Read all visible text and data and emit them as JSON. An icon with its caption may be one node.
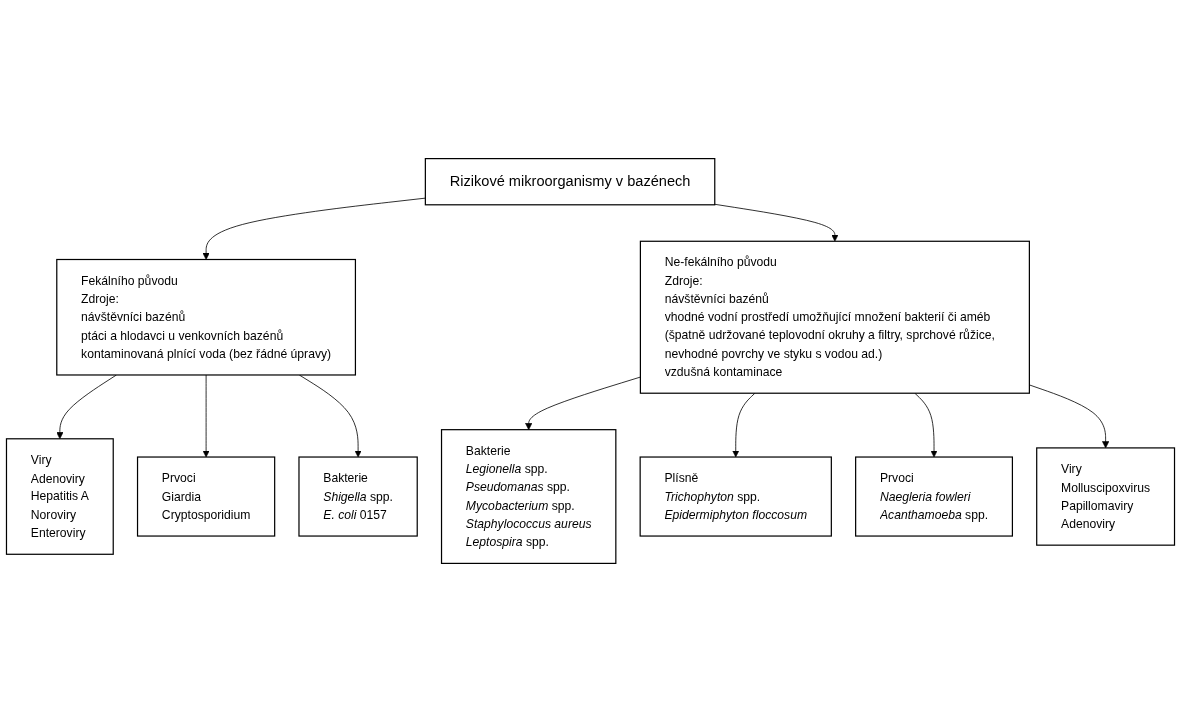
{
  "diagram": {
    "nodes": [
      {
        "text": [
          "Rizikové mikroorganismy v bazénech"
        ]
      },
      {
        "text": [
          "Fekálního původu",
          "Zdroje:",
          "návštěvníci bazénů",
          "ptáci a hlodavci u venkovních bazénů",
          "kontaminovaná plnící voda (bez řádné úpravy)"
        ]
      },
      {
        "text": [
          "Ne-fekálního původu",
          "Zdroje:",
          "návštěvníci bazénů",
          "vhodné vodní prostředí umožňující množení bakterií či améb (špatně udržované teplovodní okruhy a filtry, sprchové růžice, nevhodné povrchy ve styku s vodou ad.)",
          "vzdušná kontaminace"
        ]
      },
      {
        "text": [
          "Viry",
          "Adenoviry",
          "Hepatitis A",
          "Noroviry",
          "Enteroviry"
        ]
      },
      {
        "text": [
          "Bakterie",
          "*Shigella* spp.",
          "*E. coli* 0157"
        ]
      },
      {
        "text": [
          "Prvoci",
          "Giardia",
          "Cryptosporidium"
        ]
      },
      {
        "text": [
          "Bakterie",
          "*Legionella* spp.",
          "*Pseudomanas* spp.",
          "*Mycobacterium* spp.",
          "*Staphylococcus aureus*",
          "*Leptospira* spp."
        ]
      },
      {
        "text": [
          "Viry",
          "Molluscipoxvirus",
          "Papillomaviry",
          "Adenoviry"
        ]
      },
      {
        "text": [
          "Plísně",
          "*Trichophyton* spp.",
          "*Epidermiphyton floccosum*"
        ]
      },
      {
        "text": [
          "Prvoci",
          "*Naegleria fowleri*",
          "*Acanthamoeba* spp."
        ]
      }
    ],
    "edges": [
      {
        "from": 0,
        "to": 1,
        "arrow": "to"
      },
      {
        "from": 0,
        "to": 2,
        "arrow": "to"
      },
      {
        "from": 1,
        "to": 3,
        "arrow": "to"
      },
      {
        "from": 1,
        "to": 5,
        "arrow": "to"
      },
      {
        "from": 1,
        "to": 4,
        "arrow": "to"
      },
      {
        "from": 2,
        "to": 6,
        "arrow": "to"
      },
      {
        "from": 2,
        "to": 8,
        "arrow": "to"
      },
      {
        "from": 2,
        "to": 9,
        "arrow": "to"
      },
      {
        "from": 2,
        "to": 7,
        "arrow": "to"
      }
    ]
  }
}
